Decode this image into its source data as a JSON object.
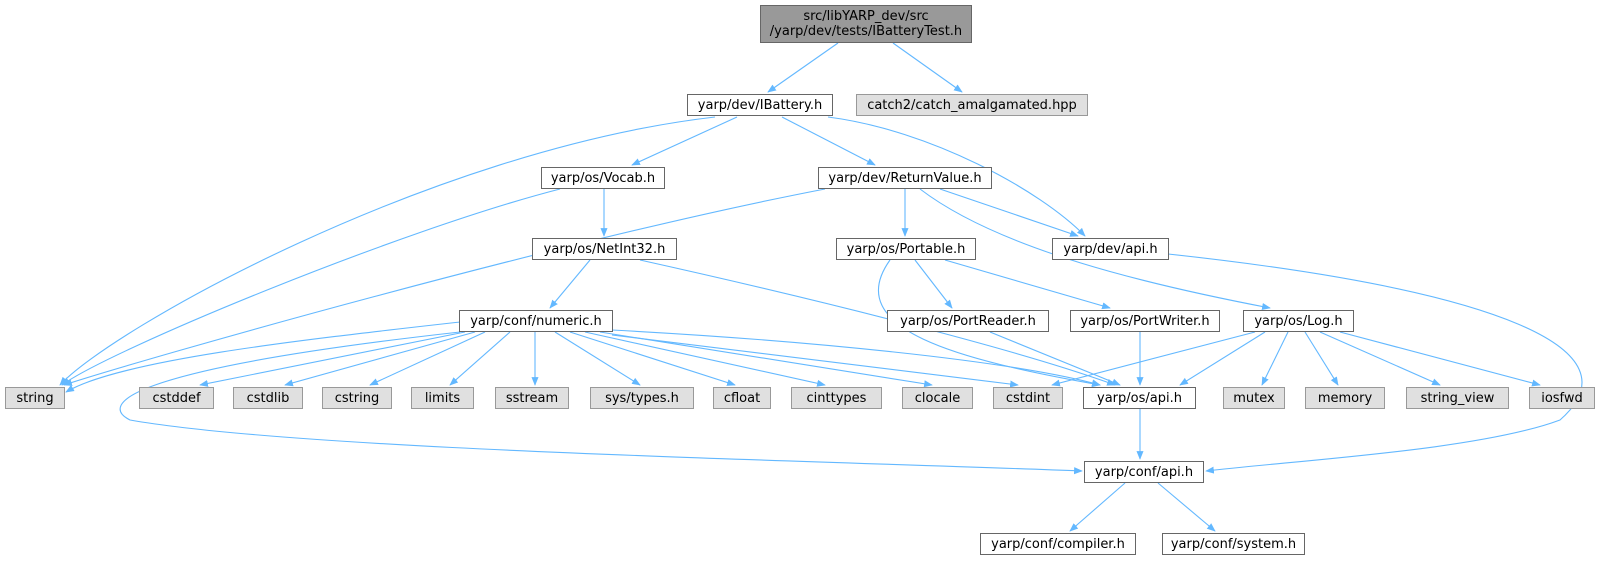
{
  "nodes": {
    "root": "src/libYARP_dev/src\n/yarp/dev/tests/IBatteryTest.h",
    "ibattery": "yarp/dev/IBattery.h",
    "catch2": "catch2/catch_amalgamated.hpp",
    "vocab": "yarp/os/Vocab.h",
    "returnvalue": "yarp/dev/ReturnValue.h",
    "netint32": "yarp/os/NetInt32.h",
    "portable": "yarp/os/Portable.h",
    "devapi": "yarp/dev/api.h",
    "numeric": "yarp/conf/numeric.h",
    "portreader": "yarp/os/PortReader.h",
    "portwriter": "yarp/os/PortWriter.h",
    "log": "yarp/os/Log.h",
    "string": "string",
    "cstddef": "cstddef",
    "cstdlib": "cstdlib",
    "cstring": "cstring",
    "limits": "limits",
    "sstream": "sstream",
    "systypes": "sys/types.h",
    "cfloat": "cfloat",
    "cinttypes": "cinttypes",
    "clocale": "clocale",
    "cstdint": "cstdint",
    "osapi": "yarp/os/api.h",
    "mutex": "mutex",
    "memory": "memory",
    "string_view": "string_view",
    "iosfwd": "iosfwd",
    "confapi": "yarp/conf/api.h",
    "compiler": "yarp/conf/compiler.h",
    "system": "yarp/conf/system.h"
  },
  "colors": {
    "edge": "#63b8ff",
    "node_border": "#666666",
    "external_fill": "#e0e0e0",
    "root_fill": "#999999"
  }
}
